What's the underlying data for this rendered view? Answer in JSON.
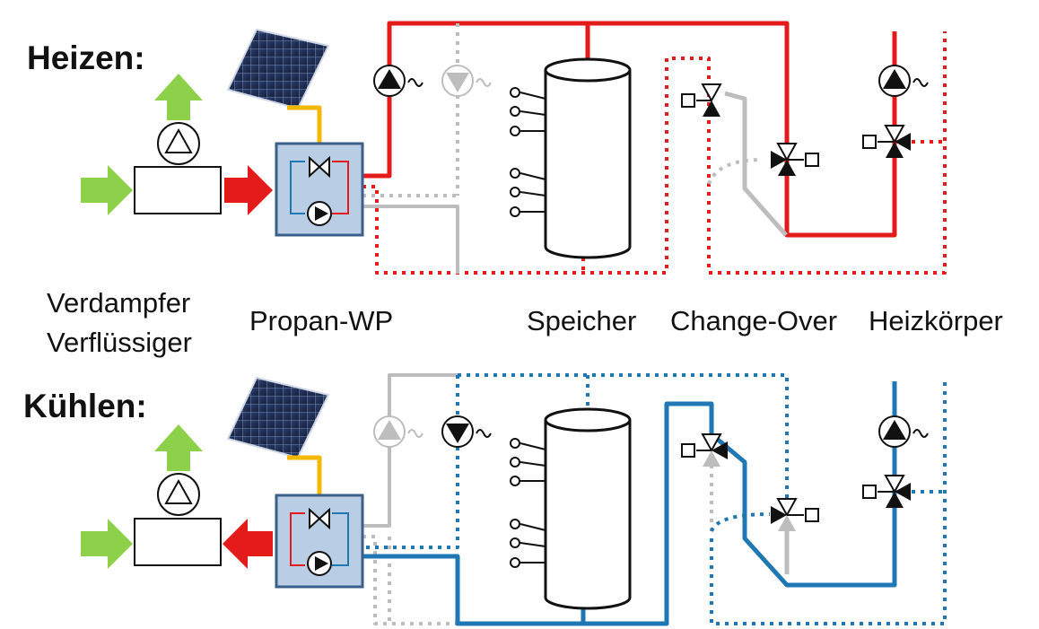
{
  "modes": {
    "heating": "Heizen:",
    "cooling": "Kühlen:"
  },
  "components": {
    "evaporator": "Verdampfer",
    "condenser": "Verflüssiger",
    "heat_pump": "Propan-WP",
    "storage": "Speicher",
    "change_over": "Change-Over",
    "radiator": "Heizkörper"
  },
  "colors": {
    "hot": "#e31b1b",
    "cold": "#1f77b4",
    "inactive": "#bdbdbd",
    "solar_line": "#f5b800",
    "air_arrow": "#8dd04a",
    "unit_fill": "#b9cde5",
    "unit_border": "#3b5f8a"
  },
  "icons": [
    "solar-panel-icon",
    "pump-icon",
    "valve-icon",
    "three-way-valve-icon",
    "actuator-icon",
    "fan-icon",
    "storage-tank-icon"
  ]
}
